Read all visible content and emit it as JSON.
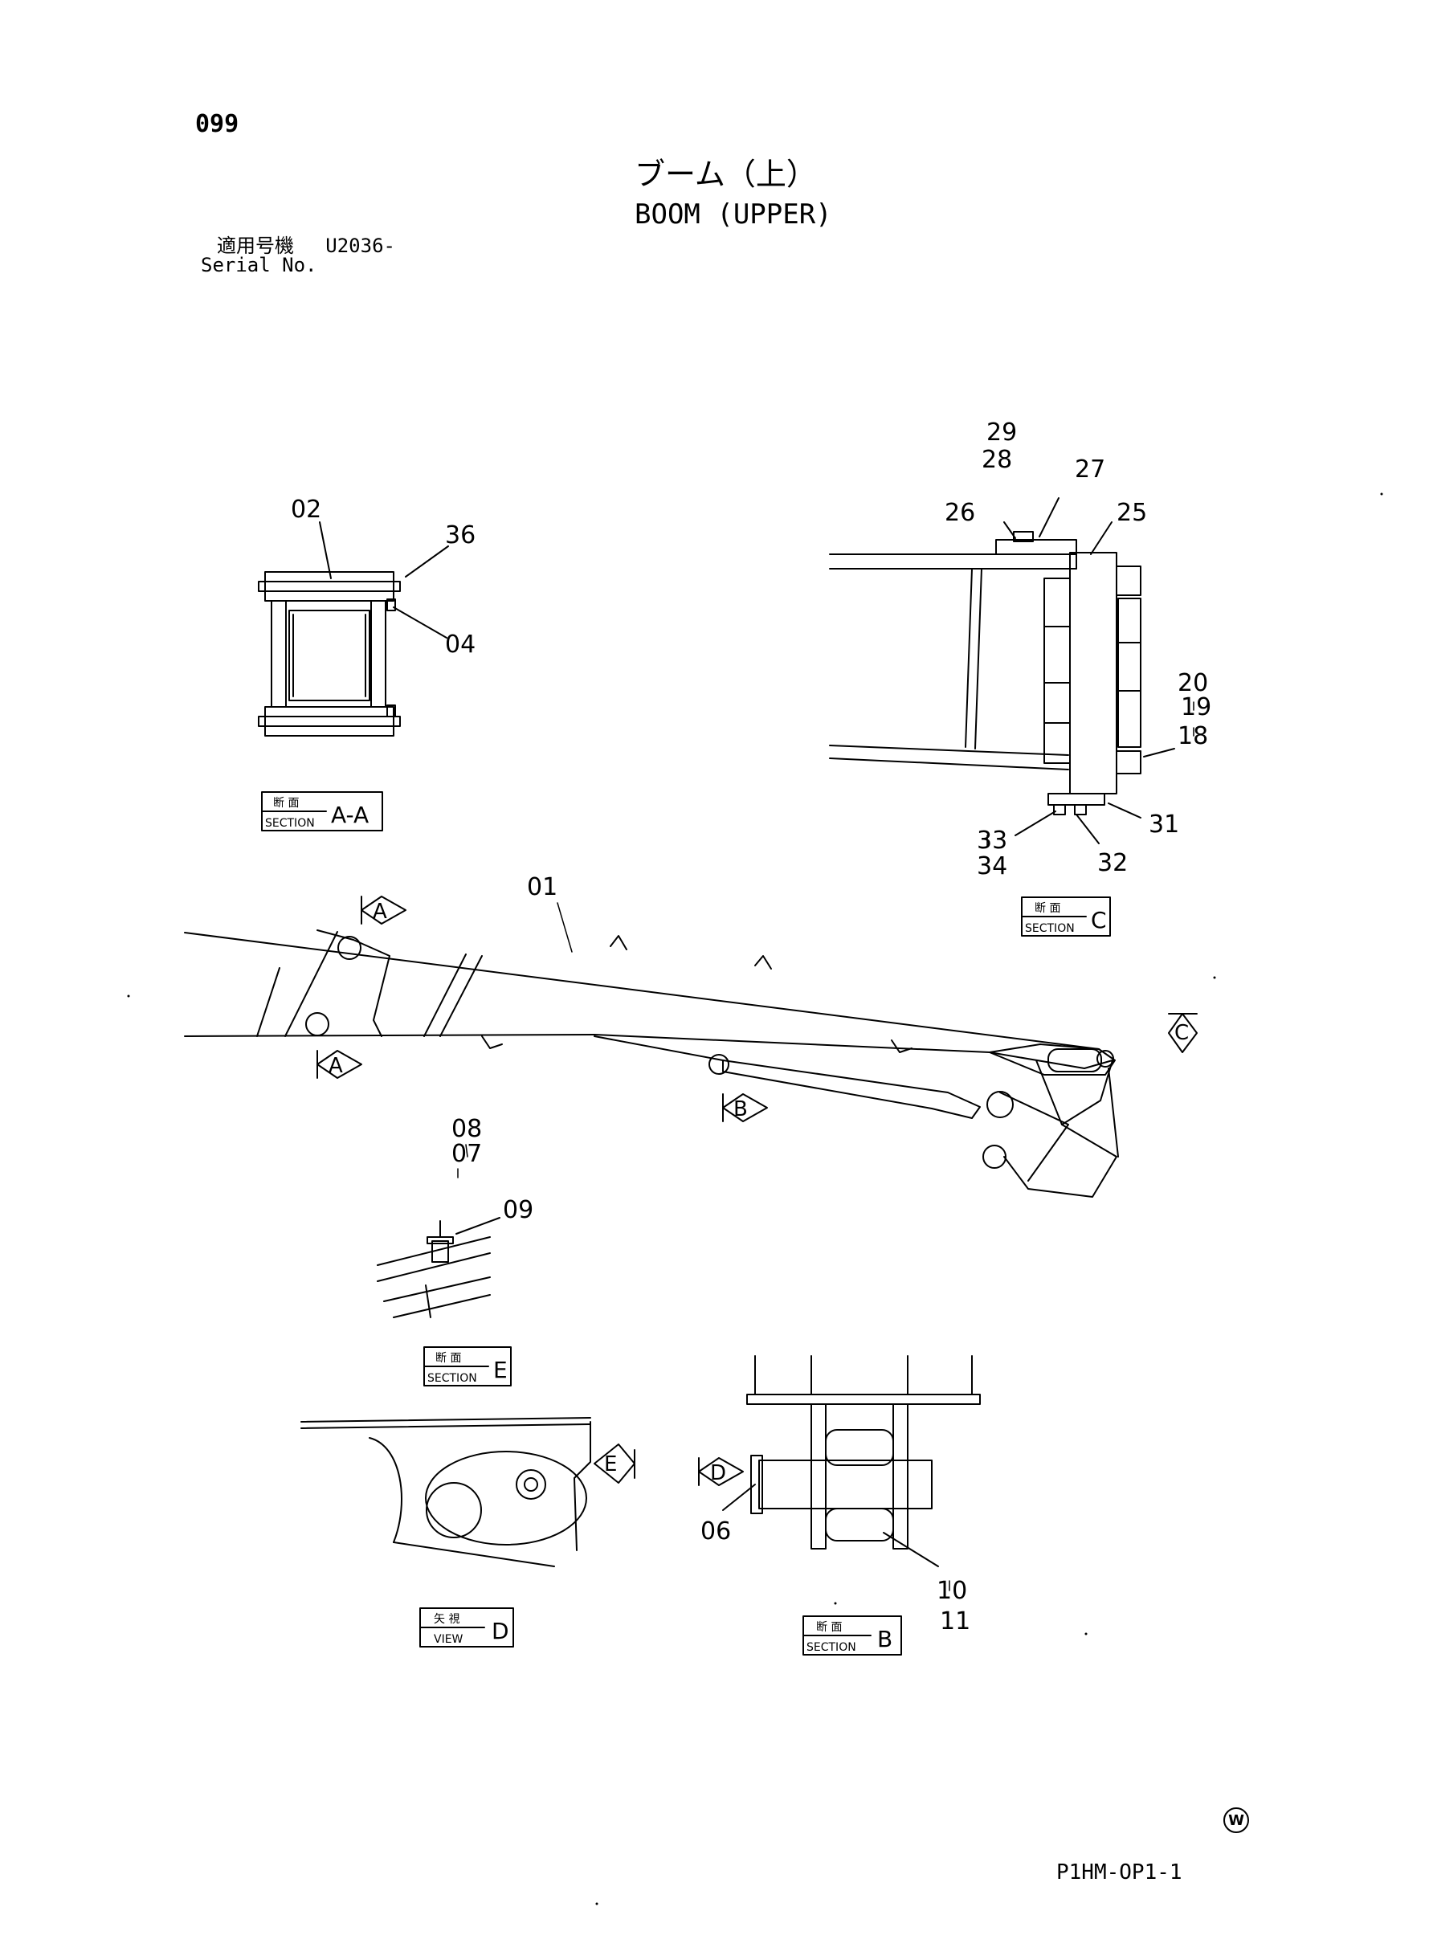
{
  "header": {
    "page_number": "099",
    "title_jp": "ブーム（上）",
    "title_en": "BOOM (UPPER)",
    "applicable_label_jp": "適用号機",
    "applicable_serial": "U2036-",
    "serial_label_en": "Serial No."
  },
  "footer": {
    "document_code": "P1HM-OP1-1",
    "watermark_symbol": "W"
  },
  "section_tags": {
    "section_jp": "断 面",
    "section_en": "SECTION",
    "view_jp": "矢 視",
    "view_en": "VIEW",
    "tag_aa": "A-A",
    "tag_b": "B",
    "tag_c": "C",
    "tag_d": "D",
    "tag_e": "E"
  },
  "view_arrows": {
    "a": "A",
    "b": "B",
    "c": "C",
    "d": "D",
    "e": "E"
  },
  "callouts": {
    "p01": "01",
    "p02": "02",
    "p04": "04",
    "p06": "06",
    "p07": "07",
    "p08": "08",
    "p09": "09",
    "p10": "10",
    "p11": "11",
    "p18": "18",
    "p19": "19",
    "p20": "20",
    "p25": "25",
    "p26": "26",
    "p27": "27",
    "p28": "28",
    "p29": "29",
    "p31": "31",
    "p32": "32",
    "p33": "33",
    "p34": "34",
    "p36": "36"
  }
}
